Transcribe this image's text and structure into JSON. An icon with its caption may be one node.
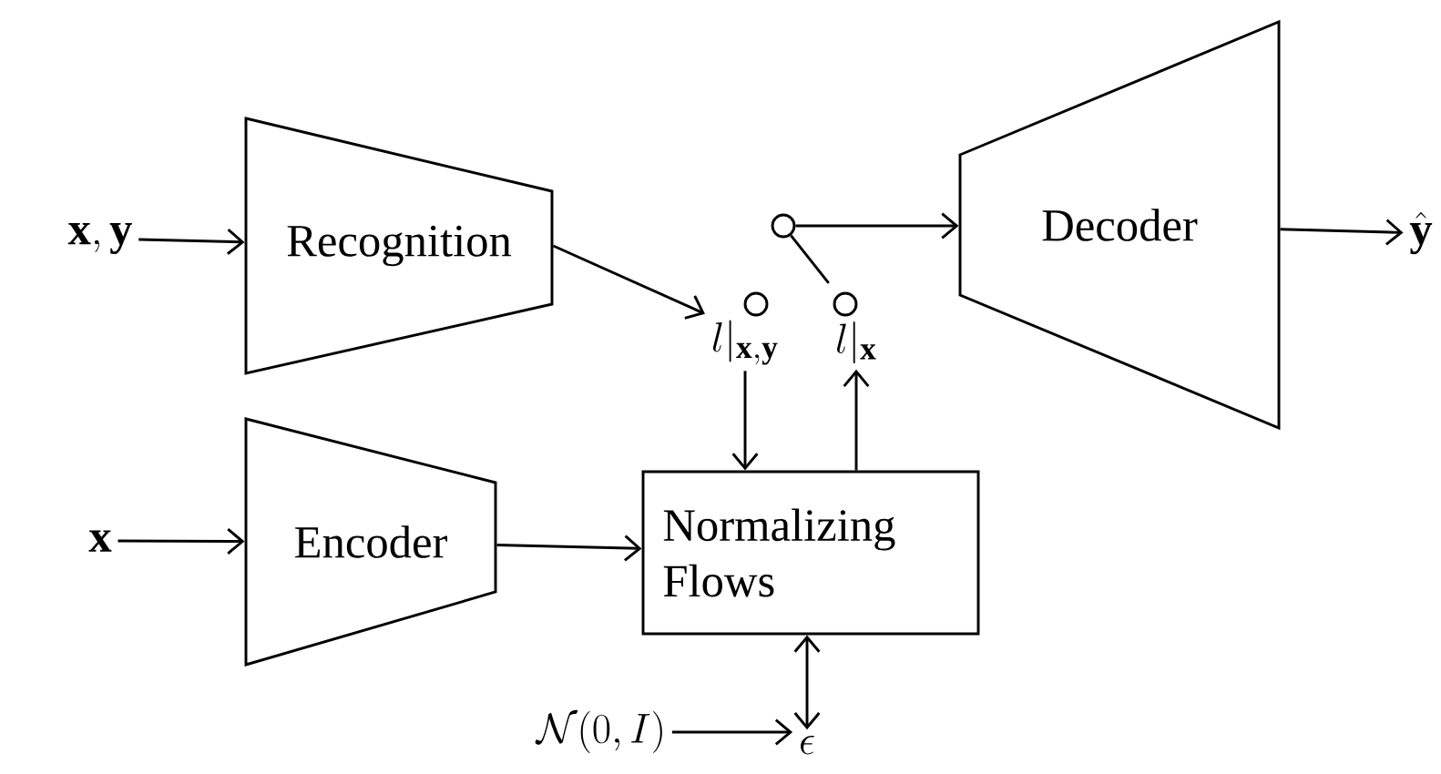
{
  "diagram": {
    "nodes": [
      {
        "text": [
          "\\mathbf{x}, \\mathbf{y}"
        ]
      },
      {
        "text": [
          "Recognition"
        ]
      },
      {
        "text": [
          "l|_{\\mathbf{x},\\mathbf{y}}"
        ]
      },
      {
        "text": [
          "\\mathbf{x}"
        ]
      },
      {
        "text": [
          "Encoder"
        ]
      },
      {
        "text": [
          "Normalizing Flows"
        ]
      },
      {
        "text": [
          "l|_{\\mathbf{x}}"
        ]
      },
      {
        "text": [
          "\\mathcal{N}(0, I)"
        ]
      },
      {
        "text": [
          "\\epsilon"
        ]
      },
      {
        "text": [
          "Decoder"
        ]
      },
      {
        "text": [
          "\\hat{\\mathbf{y}}"
        ]
      },
      {
        "text": [],
        "shape": "circle"
      },
      {
        "text": [],
        "shape": "circle"
      },
      {
        "text": [],
        "shape": "circle"
      }
    ],
    "edges": [
      {
        "from": 0,
        "to": 1,
        "arrow": "to"
      },
      {
        "from": 1,
        "to": 2,
        "arrow": "to"
      },
      {
        "from": 3,
        "to": 4,
        "arrow": "to"
      },
      {
        "from": 4,
        "to": 5,
        "arrow": "to"
      },
      {
        "from": 2,
        "to": 5,
        "arrow": "to"
      },
      {
        "from": 5,
        "to": 6,
        "arrow": "to"
      },
      {
        "from": 7,
        "to": 8,
        "arrow": "to"
      },
      {
        "from": 5,
        "to": 8,
        "arrow": "both"
      },
      {
        "from": 11,
        "to": 9,
        "arrow": "to"
      },
      {
        "from": 9,
        "to": 10,
        "arrow": "to"
      },
      {
        "from": 11,
        "to": 13,
        "arrow": "none"
      }
    ]
  }
}
